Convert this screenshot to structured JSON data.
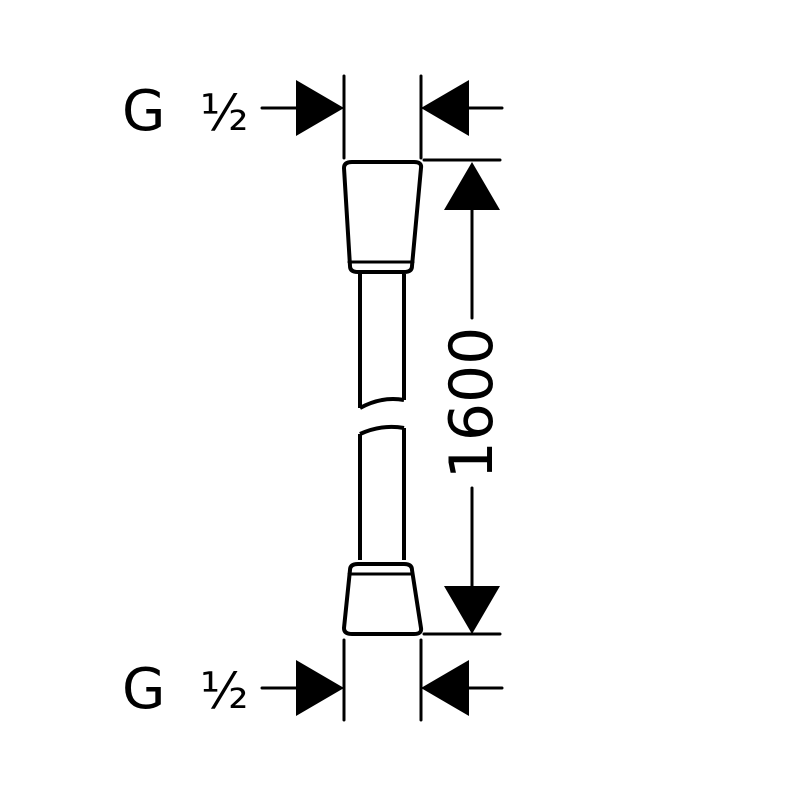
{
  "thread_labels": {
    "top": {
      "letter": "G",
      "fraction": "½"
    },
    "bottom": {
      "letter": "G",
      "fraction": "½"
    }
  },
  "dimension": {
    "length": "1600"
  },
  "colors": {
    "line": "#000000",
    "background": "#ffffff"
  }
}
